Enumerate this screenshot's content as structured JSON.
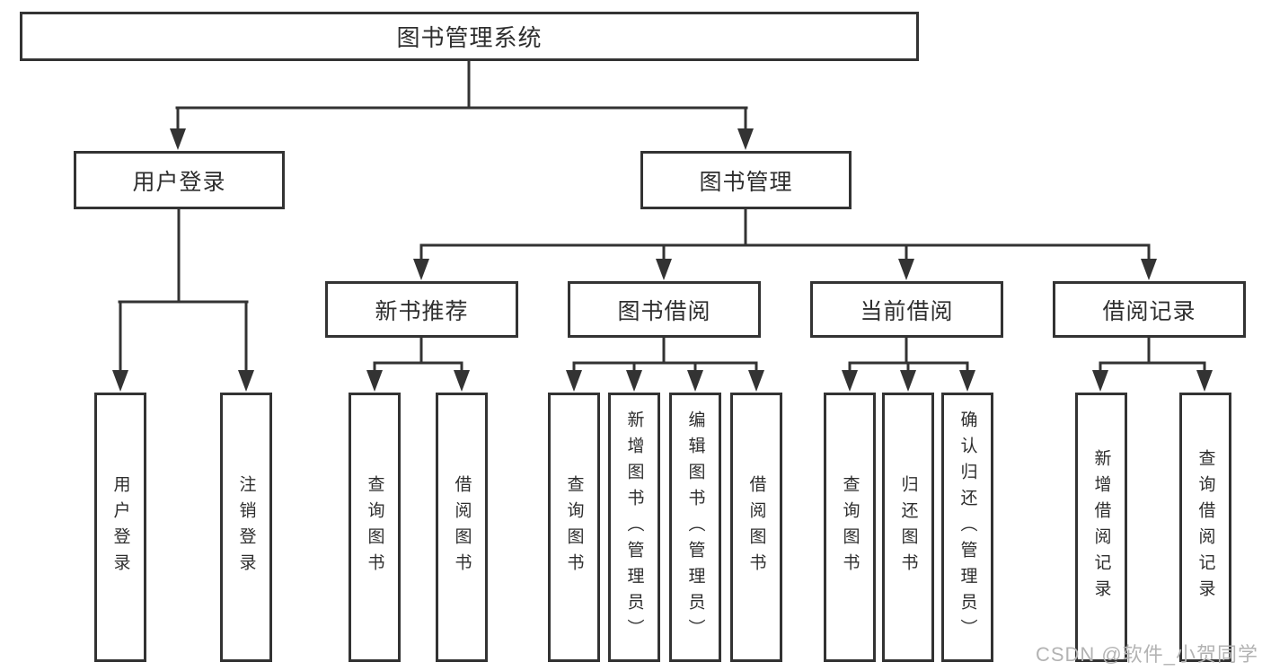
{
  "colors": {
    "line": "#333333",
    "box_border": "#333333",
    "box_fill": "#ffffff",
    "text": "#2e2e2e",
    "watermark_text_color": "#b3b3b3"
  },
  "tree": {
    "root": {
      "label": "图书管理系统"
    },
    "branches": [
      {
        "label": "用户登录",
        "children": [
          {
            "label": "用户登录"
          },
          {
            "label": "注销登录"
          }
        ]
      },
      {
        "label": "图书管理",
        "groups": [
          {
            "label": "新书推荐",
            "children": [
              {
                "label": "查询图书"
              },
              {
                "label": "借阅图书"
              }
            ]
          },
          {
            "label": "图书借阅",
            "children": [
              {
                "label": "查询图书"
              },
              {
                "label": "新增图书（管理员）"
              },
              {
                "label": "编辑图书（管理员）"
              },
              {
                "label": "借阅图书"
              }
            ]
          },
          {
            "label": "当前借阅",
            "children": [
              {
                "label": "查询图书"
              },
              {
                "label": "归还图书"
              },
              {
                "label": "确认归还（管理员）"
              }
            ]
          },
          {
            "label": "借阅记录",
            "children": [
              {
                "label": "新增借阅记录"
              },
              {
                "label": "查询借阅记录"
              }
            ]
          }
        ]
      }
    ]
  },
  "watermark": {
    "text": "CSDN @软件_小贺同学"
  }
}
